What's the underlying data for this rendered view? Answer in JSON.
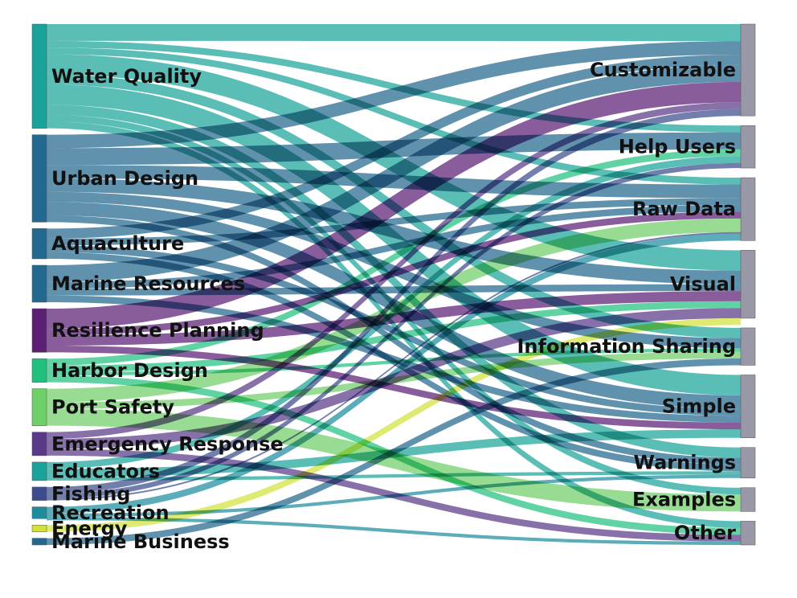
{
  "chart_data": {
    "type": "sankey",
    "colors": {
      "teal": "#1aa39a",
      "blue": "#23688f",
      "purple": "#5b1f74",
      "green": "#22c07f",
      "lime": "#6fcf68",
      "violet": "#5a3a88",
      "indigo": "#3c4d8e",
      "cyan": "#1f8c9e",
      "yellow": "#d2e23c",
      "target": "#9898a6"
    },
    "sources": [
      {
        "id": "wq",
        "label": "Water Quality",
        "value": 62,
        "color": "#1aa39a"
      },
      {
        "id": "ud",
        "label": "Urban Design",
        "value": 52,
        "color": "#23688f"
      },
      {
        "id": "aq",
        "label": "Aquaculture",
        "value": 18,
        "color": "#23688f"
      },
      {
        "id": "mr",
        "label": "Marine Resources",
        "value": 22,
        "color": "#23688f"
      },
      {
        "id": "rp",
        "label": "Resilience Planning",
        "value": 26,
        "color": "#5b1f74"
      },
      {
        "id": "hd",
        "label": "Harbor Design",
        "value": 14,
        "color": "#22c07f"
      },
      {
        "id": "ps",
        "label": "Port Safety",
        "value": 22,
        "color": "#6fcf68"
      },
      {
        "id": "er",
        "label": "Emergency Response",
        "value": 14,
        "color": "#5a3a88"
      },
      {
        "id": "ed",
        "label": "Educators",
        "value": 11,
        "color": "#1aa39a"
      },
      {
        "id": "fi",
        "label": "Fishing",
        "value": 8,
        "color": "#3c4d8e"
      },
      {
        "id": "re",
        "label": "Recreation",
        "value": 7,
        "color": "#1f8c9e"
      },
      {
        "id": "en",
        "label": "Energy",
        "value": 4,
        "color": "#d2e23c"
      },
      {
        "id": "mb",
        "label": "Marine Business",
        "value": 4,
        "color": "#23688f"
      }
    ],
    "targets": [
      {
        "id": "cu",
        "label": "Customizable",
        "value": 54
      },
      {
        "id": "hu",
        "label": "Help Users",
        "value": 25
      },
      {
        "id": "rd",
        "label": "Raw Data",
        "value": 37
      },
      {
        "id": "vi",
        "label": "Visual",
        "value": 40
      },
      {
        "id": "is",
        "label": "Information Sharing",
        "value": 22
      },
      {
        "id": "si",
        "label": "Simple",
        "value": 37
      },
      {
        "id": "wa",
        "label": "Warnings",
        "value": 18
      },
      {
        "id": "ex",
        "label": "Examples",
        "value": 14
      },
      {
        "id": "ot",
        "label": "Other",
        "value": 14
      }
    ],
    "links": [
      {
        "source": "wq",
        "target": "cu",
        "value": 10
      },
      {
        "source": "wq",
        "target": "hu",
        "value": 4
      },
      {
        "source": "wq",
        "target": "rd",
        "value": 4
      },
      {
        "source": "wq",
        "target": "vi",
        "value": 12
      },
      {
        "source": "wq",
        "target": "is",
        "value": 6
      },
      {
        "source": "wq",
        "target": "si",
        "value": 12
      },
      {
        "source": "wq",
        "target": "wa",
        "value": 6
      },
      {
        "source": "wq",
        "target": "ex",
        "value": 4
      },
      {
        "source": "wq",
        "target": "ot",
        "value": 4
      },
      {
        "source": "ud",
        "target": "cu",
        "value": 8
      },
      {
        "source": "ud",
        "target": "hu",
        "value": 10
      },
      {
        "source": "ud",
        "target": "rd",
        "value": 8
      },
      {
        "source": "ud",
        "target": "vi",
        "value": 8
      },
      {
        "source": "ud",
        "target": "is",
        "value": 6
      },
      {
        "source": "ud",
        "target": "si",
        "value": 8
      },
      {
        "source": "ud",
        "target": "wa",
        "value": 4
      },
      {
        "source": "aq",
        "target": "cu",
        "value": 6
      },
      {
        "source": "aq",
        "target": "rd",
        "value": 4
      },
      {
        "source": "aq",
        "target": "si",
        "value": 4
      },
      {
        "source": "aq",
        "target": "wa",
        "value": 4
      },
      {
        "source": "mr",
        "target": "cu",
        "value": 10
      },
      {
        "source": "mr",
        "target": "rd",
        "value": 4
      },
      {
        "source": "mr",
        "target": "vi",
        "value": 4
      },
      {
        "source": "mr",
        "target": "si",
        "value": 4
      },
      {
        "source": "rp",
        "target": "cu",
        "value": 12
      },
      {
        "source": "rp",
        "target": "rd",
        "value": 4
      },
      {
        "source": "rp",
        "target": "vi",
        "value": 6
      },
      {
        "source": "rp",
        "target": "si",
        "value": 4
      },
      {
        "source": "hd",
        "target": "hu",
        "value": 4
      },
      {
        "source": "hd",
        "target": "vi",
        "value": 4
      },
      {
        "source": "hd",
        "target": "is",
        "value": 2
      },
      {
        "source": "hd",
        "target": "ot",
        "value": 4
      },
      {
        "source": "ps",
        "target": "rd",
        "value": 8
      },
      {
        "source": "ps",
        "target": "is",
        "value": 4
      },
      {
        "source": "ps",
        "target": "ex",
        "value": 10
      },
      {
        "source": "er",
        "target": "cu",
        "value": 4
      },
      {
        "source": "er",
        "target": "vi",
        "value": 6
      },
      {
        "source": "er",
        "target": "ot",
        "value": 4
      },
      {
        "source": "ed",
        "target": "hu",
        "value": 4
      },
      {
        "source": "ed",
        "target": "si",
        "value": 5
      },
      {
        "source": "ed",
        "target": "wa",
        "value": 2
      },
      {
        "source": "fi",
        "target": "cu",
        "value": 4
      },
      {
        "source": "fi",
        "target": "hu",
        "value": 3
      },
      {
        "source": "fi",
        "target": "rd",
        "value": 1
      },
      {
        "source": "re",
        "target": "rd",
        "value": 4
      },
      {
        "source": "re",
        "target": "ot",
        "value": 2
      },
      {
        "source": "re",
        "target": "wa",
        "value": 2
      },
      {
        "source": "en",
        "target": "vi",
        "value": 4
      },
      {
        "source": "mb",
        "target": "is",
        "value": 4
      }
    ]
  }
}
